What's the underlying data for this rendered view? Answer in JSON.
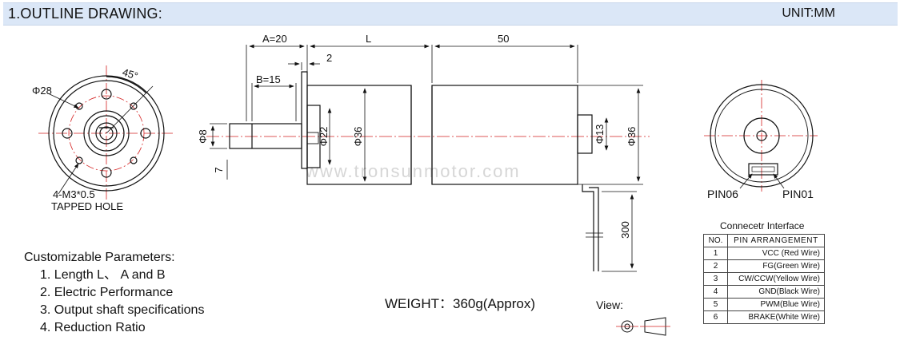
{
  "header": {
    "title": "1.OUTLINE DRAWING:",
    "unit": "UNIT:MM"
  },
  "front_view": {
    "diameter": "Φ28",
    "angle": "45°",
    "hole_note_1": "4-M3*0.5",
    "hole_note_2": "TAPPED HOLE"
  },
  "side_view": {
    "dim_a": "A=20",
    "dim_l": "L",
    "dim_50": "50",
    "dim_2": "2",
    "dim_b": "B=15",
    "dim_shaft": "Φ8",
    "dim_flat": "7",
    "dim_boss": "Φ22",
    "dim_body": "Φ36",
    "dim_encoder_boss": "Φ13",
    "dim_encoder_body": "Φ36",
    "dim_cable": "300"
  },
  "rear_view": {
    "pin_left": "PIN06",
    "pin_right": "PIN01"
  },
  "connector": {
    "title": "Connecetr Interface",
    "headers": {
      "no": "NO.",
      "arrangement": "PIN ARRANGEMENT"
    },
    "rows": [
      {
        "no": "1",
        "pin": "VCC (Red Wire)"
      },
      {
        "no": "2",
        "pin": "FG(Green Wire)"
      },
      {
        "no": "3",
        "pin": "CW/CCW(Yellow Wire)"
      },
      {
        "no": "4",
        "pin": "GND(Black Wire)"
      },
      {
        "no": "5",
        "pin": "PWM(Blue Wire)"
      },
      {
        "no": "6",
        "pin": "BRAKE(White Wire)"
      }
    ]
  },
  "params": {
    "title": "Customizable Parameters:",
    "items": [
      "1. Length  L、 A and B",
      "2. Electric Performance",
      "3. Output shaft specifications",
      "4. Reduction Ratio"
    ]
  },
  "weight": "WEIGHT：360g(Approx)",
  "view_label": "View:",
  "watermark": "www.tronsunmotor.com",
  "colors": {
    "header_bg": "#dbe7f7",
    "centerline": "#d42020",
    "line": "#111111"
  }
}
